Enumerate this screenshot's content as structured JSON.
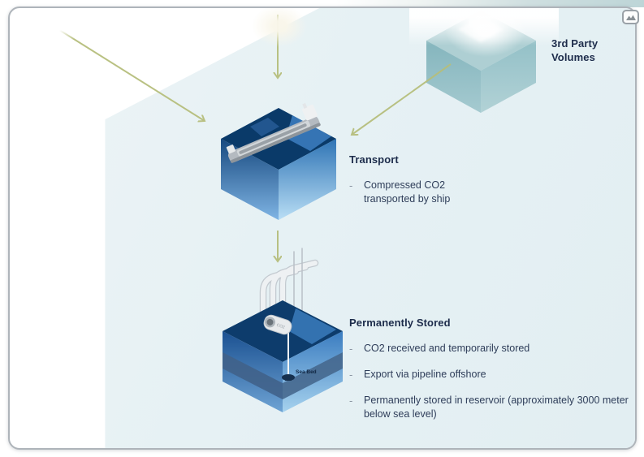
{
  "page": {
    "corner_button": {
      "icon": "image-icon"
    }
  },
  "diagram": {
    "third_party": {
      "label_lines": [
        "3rd Party",
        "Volumes"
      ]
    },
    "transport": {
      "title": "Transport",
      "bullets": [
        "Compressed CO2 transported by ship"
      ]
    },
    "stored": {
      "title": "Permanently Stored",
      "bullets": [
        "CO2 received and temporarily stored",
        "Export via pipeline offshore",
        "Permanently stored in reservoir (approximately 3000 meter below sea level)"
      ]
    },
    "annotations": {
      "cylinder_label": "CO2",
      "sea_bed_label": "Sea Bed"
    },
    "bullet_marker": "-",
    "colors": {
      "arrow": "#b6be7c",
      "panel_bg": "#e6f1f4",
      "heading_text": "#1d2c4b",
      "body_text": "#2e3d59",
      "third_party_cube": "#8abac1",
      "cube_blue_dark": "#0a3a69",
      "cube_blue_light": "#b9def5",
      "sea_bed_band": "#40628a"
    }
  }
}
